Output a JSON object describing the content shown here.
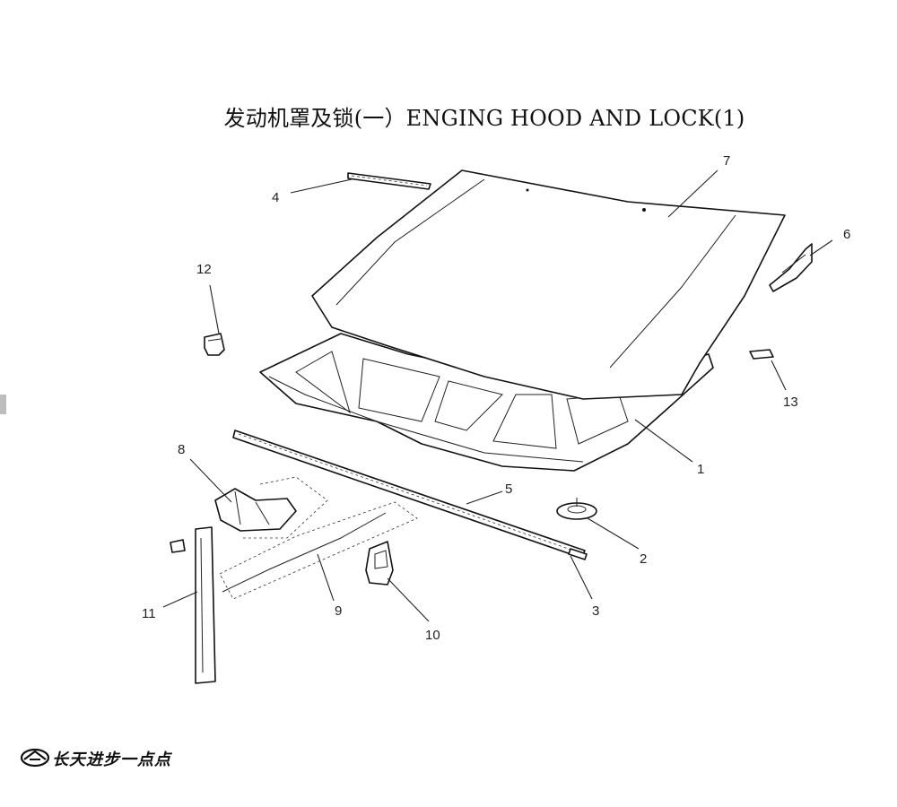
{
  "title": "发动机罩及锁(一）ENGING HOOD AND LOCK(1)",
  "callouts": [
    "1",
    "2",
    "3",
    "4",
    "5",
    "6",
    "7",
    "8",
    "9",
    "10",
    "11",
    "12",
    "13"
  ],
  "footer": {
    "brand_text": "长天进步一点点"
  }
}
